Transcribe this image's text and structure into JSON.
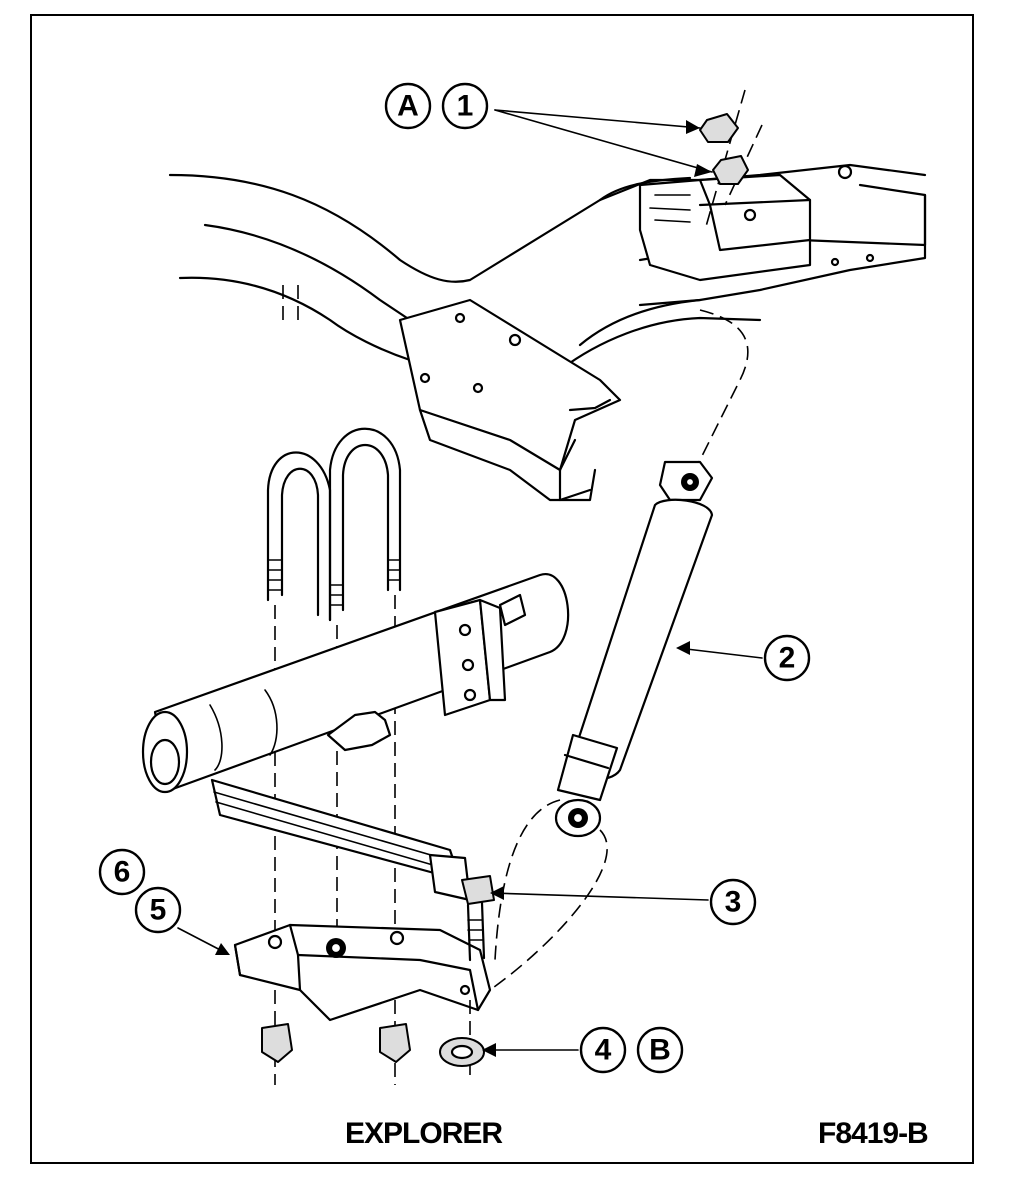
{
  "callouts": {
    "a": "A",
    "one": "1",
    "two": "2",
    "three": "3",
    "four": "4",
    "b": "B",
    "five": "5",
    "six": "6"
  },
  "caption": {
    "model": "EXPLORER",
    "figure_code": "F8419-B"
  }
}
